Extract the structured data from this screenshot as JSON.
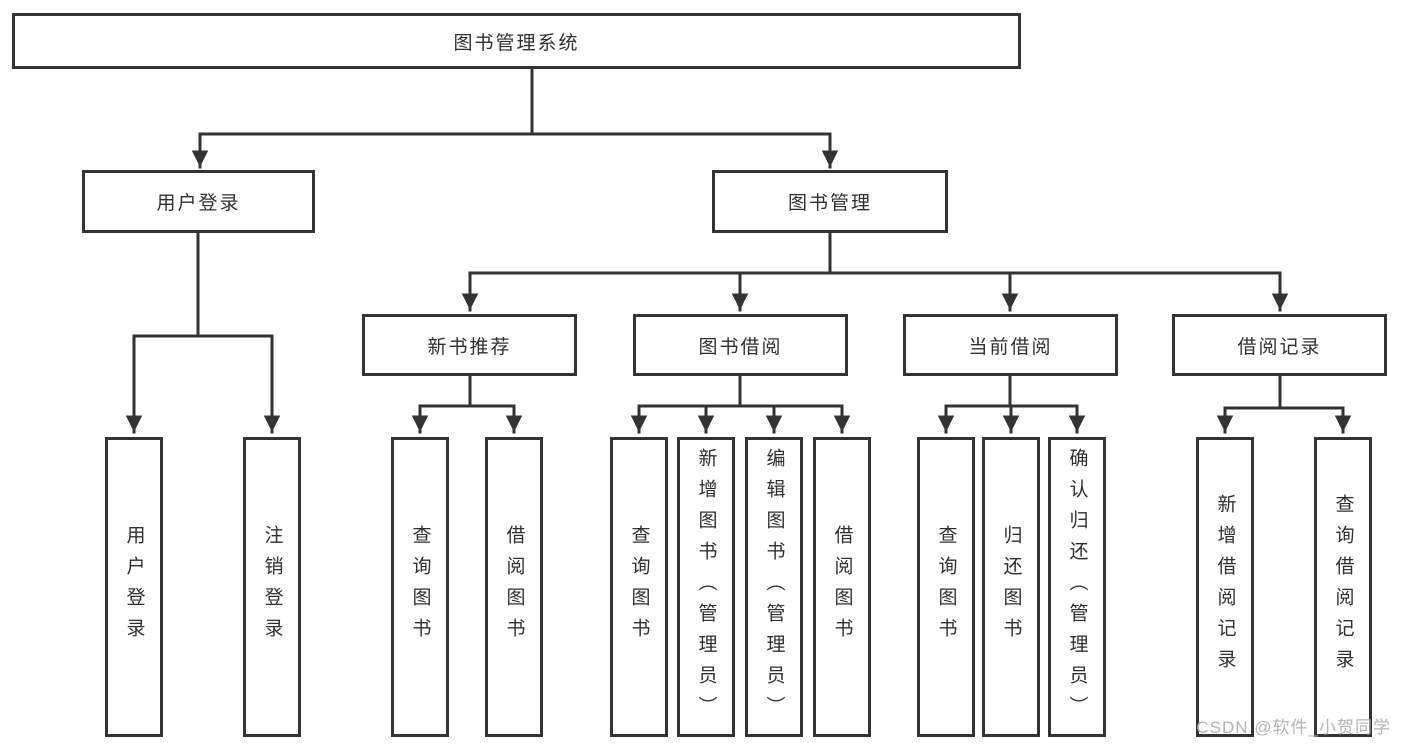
{
  "diagram": {
    "colors": {
      "line": "#333333",
      "text": "#2f2f2f",
      "background": "#ffffff",
      "watermark": "#b4b4b4"
    },
    "nodes": {
      "root": {
        "label": "图书管理系统"
      },
      "level2": [
        {
          "label": "用户登录"
        },
        {
          "label": "图书管理"
        }
      ],
      "level3": [
        {
          "label": "新书推荐"
        },
        {
          "label": "图书借阅"
        },
        {
          "label": "当前借阅"
        },
        {
          "label": "借阅记录"
        }
      ],
      "leaves": {
        "user_login": [
          {
            "label": "用户登录"
          },
          {
            "label": "注销登录"
          }
        ],
        "new_book_recommend": [
          {
            "label": "查询图书"
          },
          {
            "label": "借阅图书"
          }
        ],
        "book_borrow": [
          {
            "label": "查询图书"
          },
          {
            "label": "新增图书（管理员）"
          },
          {
            "label": "编辑图书（管理员）"
          },
          {
            "label": "借阅图书"
          }
        ],
        "current_borrow": [
          {
            "label": "查询图书"
          },
          {
            "label": "归还图书"
          },
          {
            "label": "确认归还（管理员）"
          }
        ],
        "borrow_records": [
          {
            "label": "新增借阅记录"
          },
          {
            "label": "查询借阅记录"
          }
        ]
      }
    },
    "watermark": "CSDN @软件_小贺同学"
  }
}
